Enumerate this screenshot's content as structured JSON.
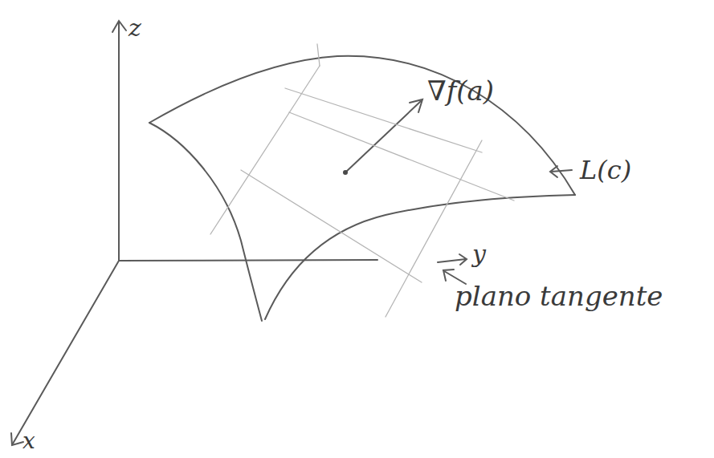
{
  "diagram": {
    "labels": [
      "z",
      "∇f(a)",
      "L(c)",
      "y",
      "plano tangente",
      "x"
    ]
  }
}
